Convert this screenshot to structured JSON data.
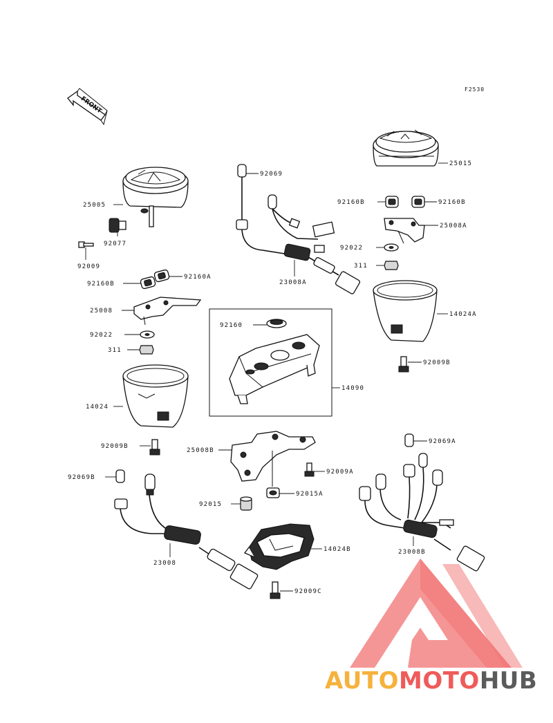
{
  "diagram_code": "F2530",
  "front_label": "FRONT",
  "labels": {
    "p25015": "25015",
    "p25005": "25005",
    "p92077": "92077",
    "p92009": "92009",
    "p92069": "92069",
    "p23008A": "23008A",
    "p92160B_l": "92160B",
    "p92160B_r": "92160B",
    "p25008A": "25008A",
    "p92022_r": "92022",
    "p311_r": "311",
    "p14024A": "14024A",
    "p92009B_r": "92009B",
    "p92160B_left": "92160B",
    "p92160A": "92160A",
    "p25008": "25008",
    "p92022_l": "92022",
    "p311_l": "311",
    "p92160": "92160",
    "p14090": "14090",
    "p14024": "14024",
    "p92009B_l": "92009B",
    "p25008B": "25008B",
    "p92069A": "92069A",
    "p92009A": "92009A",
    "p92069B": "92069B",
    "p92015": "92015",
    "p92015A": "92015A",
    "p14024B": "14024B",
    "p23008": "23008",
    "p23008B": "23008B",
    "p92009C": "92009C"
  },
  "watermark": {
    "part1": "AUTO",
    "part2": "MOTO",
    "part3": "HUB",
    "color1": "#f6b23c",
    "color2": "#ef5b5b",
    "color3": "#5b5b5b"
  }
}
